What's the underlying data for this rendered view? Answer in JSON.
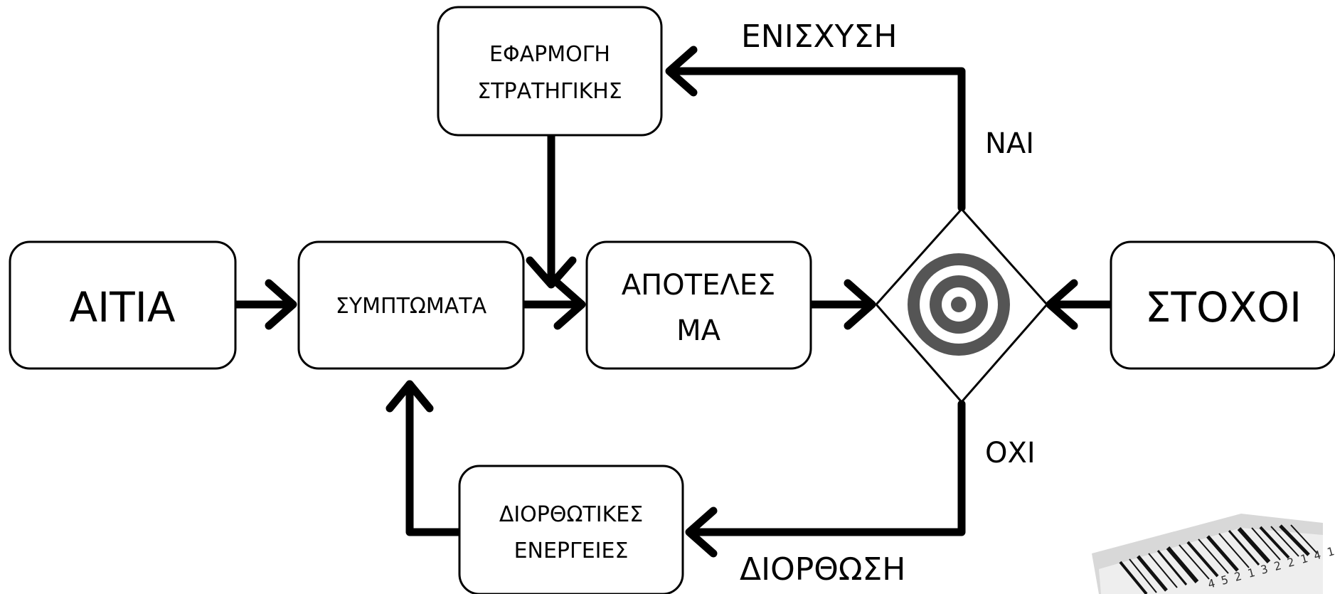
{
  "nodes": {
    "causes": {
      "label": "ΑΙΤΙΑ"
    },
    "symptoms": {
      "label": "ΣΥΜΠΤΩΜΑΤΑ"
    },
    "strategy": {
      "line1": "ΕΦΑΡΜΟΓΗ",
      "line2": "ΣΤΡΑΤΗΓΙΚΗΣ"
    },
    "result": {
      "line1": "ΑΠΟΤΕΛΕΣ",
      "line2": "ΜΑ"
    },
    "corrective": {
      "line1": "ΔΙΟΡΘΩΤΙΚΕΣ",
      "line2": "ΕΝΕΡΓΕΙΕΣ"
    },
    "goals": {
      "label": "ΣΤΟΧΟΙ"
    }
  },
  "edge_labels": {
    "reinforcement": "ΕΝΙΣΧΥΣΗ",
    "yes": "ΝΑΙ",
    "no": "ΟΧΙ",
    "correction": "ΔΙΟΡΘΩΣΗ"
  },
  "barcode_digits": "4 5 2 1 3 2 2 1 4 1"
}
